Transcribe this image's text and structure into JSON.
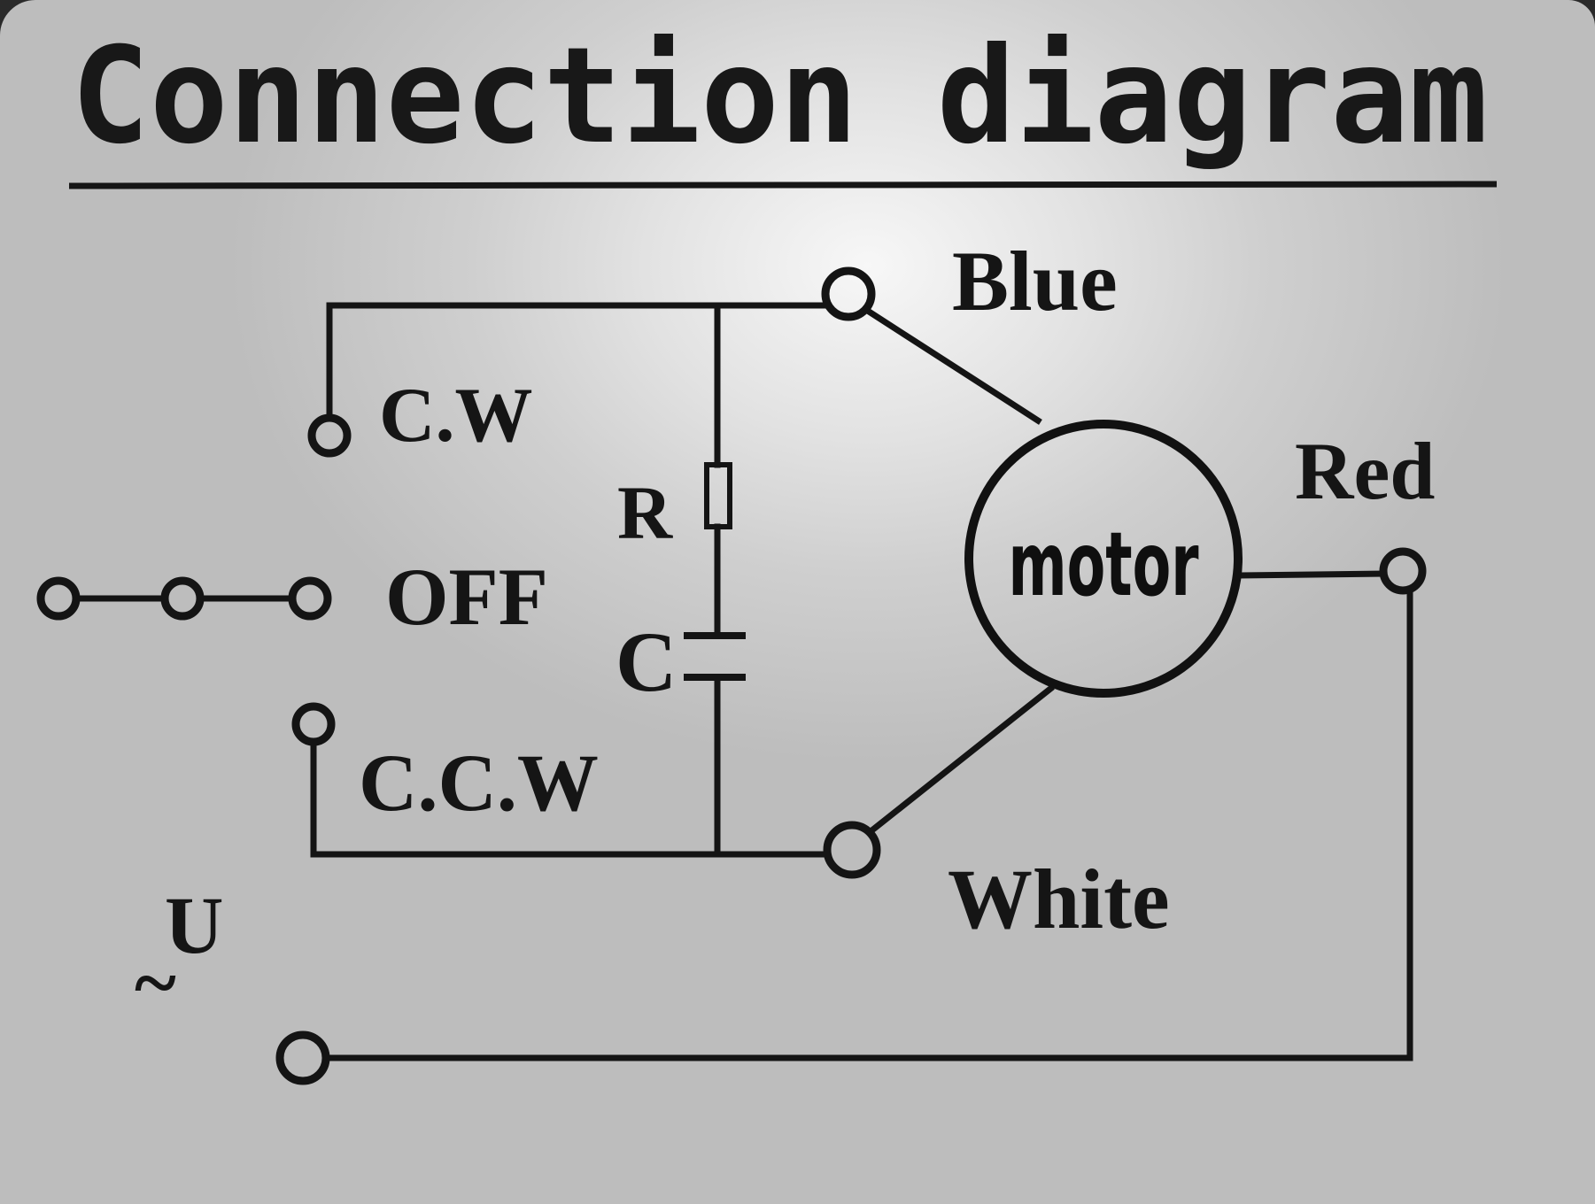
{
  "title": "Connection diagram",
  "labels": {
    "cw": "C.W",
    "off": "OFF",
    "ccw": "C.C.W",
    "resistor": "R",
    "capacitor": "C",
    "motor": "motor",
    "blue": "Blue",
    "red": "Red",
    "white": "White",
    "supply": "U",
    "ac_symbol": "~"
  }
}
